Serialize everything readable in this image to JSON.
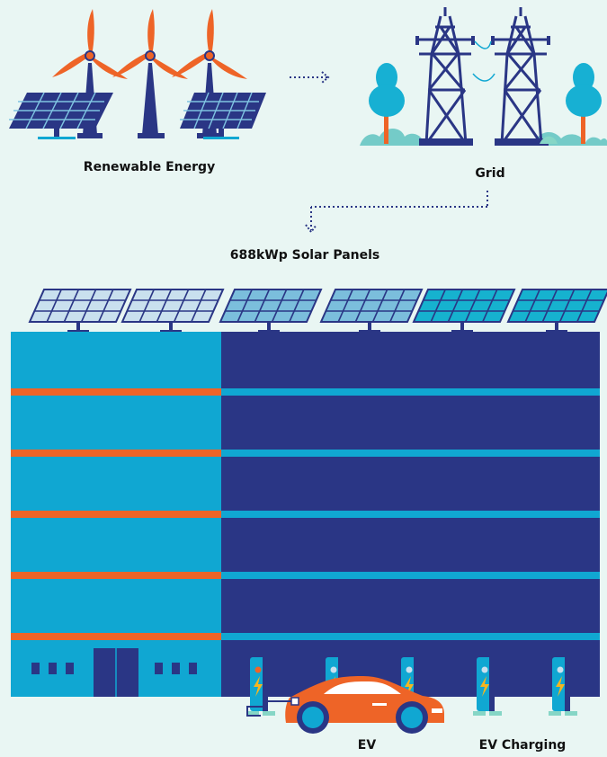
{
  "labels": {
    "renewable": "Renewable Energy",
    "grid": "Grid",
    "solar": "688kWp Solar Panels",
    "ev": "EV",
    "ev_charging": "EV Charging"
  },
  "colors": {
    "background": "#e9f6f3",
    "navy": "#2a3685",
    "cyan": "#10a7d2",
    "orange": "#ee6427",
    "panel_light": "#c9e0ee",
    "panel_mid": "#7bbedc",
    "panel_teal": "#16b2cf",
    "tree": "#17b0d3",
    "bush": "#74cbc8",
    "pylon_mint": "#86d6c6"
  },
  "icons": {
    "wind": "wind-turbine-icon",
    "solar": "solar-panel-icon",
    "pylon": "power-pylon-icon",
    "tree": "tree-icon",
    "charger": "ev-charger-icon",
    "car": "electric-car-icon"
  }
}
